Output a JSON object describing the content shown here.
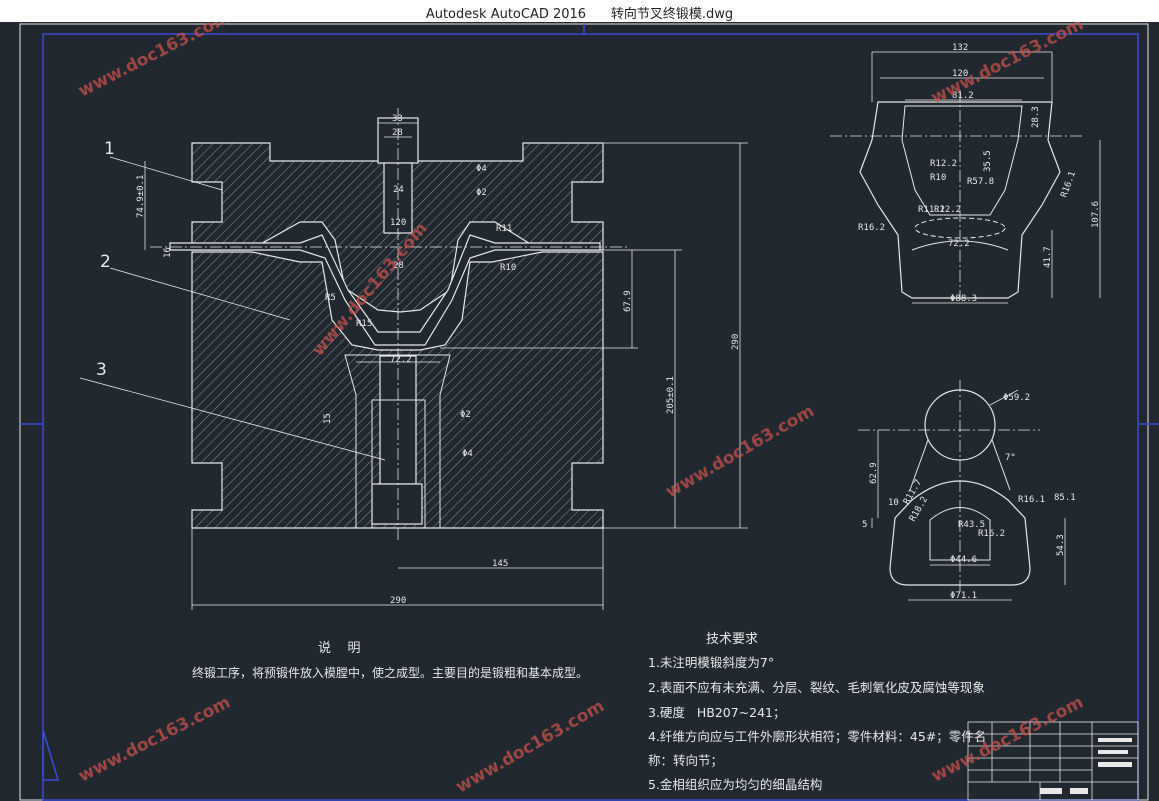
{
  "window": {
    "app_name": "Autodesk AutoCAD 2016",
    "file_name": "转向节叉终锻模.dwg"
  },
  "drawing": {
    "balloons": [
      "1",
      "2",
      "3"
    ],
    "dims_main": {
      "d33": "33",
      "d28": "28",
      "d24": "24",
      "d120": "120",
      "d28b": "28",
      "d4": "Φ4",
      "d2a": "Φ2",
      "d2b": "Φ2",
      "d4b": "Φ4",
      "h749": "74.9±0.1",
      "d16": "16",
      "d679": "67.9",
      "d2051": "205±0.1",
      "d290v": "290",
      "d722": "72.2",
      "d15": "15",
      "d145": "145",
      "d290h": "290",
      "r11": "R11",
      "r10": "R10",
      "r5": "R5",
      "r15": "R15"
    },
    "dims_top_view": {
      "w132": "132",
      "w120": "120",
      "w812": "81.2",
      "h283": "28.3",
      "h355": "35.5",
      "r122": "R12.2",
      "r10": "R10",
      "r578": "R57.8",
      "r112": "R11.2",
      "r122b": "R12.2",
      "r162": "R16.2",
      "r161": "R16.1",
      "w722": "72.2",
      "h417": "41.7",
      "h1076": "107.6",
      "w883": "Φ88.3"
    },
    "dims_section_view": {
      "d592": "Φ59.2",
      "a7": "7°",
      "h629": "62.9",
      "r117": "R11.7",
      "d10": "10",
      "d5": "5",
      "r182": "R18.2",
      "r161": "R16.1",
      "d851": "85.1",
      "r435": "R43.5",
      "r162": "R16.2",
      "w446": "Φ44.6",
      "w711": "Φ71.1",
      "h543": "54.3"
    }
  },
  "notes": {
    "title": "说    明",
    "line1": "终锻工序，将预锻件放入模膛中，使之成型。主要目的是锻粗和基本成型。"
  },
  "tech": {
    "title": "技术要求",
    "items": [
      "1.未注明模锻斜度为7°",
      "2.表面不应有未充满、分层、裂纹、毛刺氧化皮及腐蚀等现象",
      "3.硬度   HB207~241；",
      "4.纤维方向应与工件外廓形状相符；零件材料：45#；零件名",
      "称：转向节；",
      "5.金相组织应为均匀的细晶结构"
    ]
  },
  "watermark": {
    "text": "www.doc163.com"
  },
  "colors": {
    "background": "#212830",
    "lines": "#e8e8e8",
    "hatch": "#9aa0a6",
    "border": "#3a4bd8",
    "watermark": "#c8504a"
  }
}
